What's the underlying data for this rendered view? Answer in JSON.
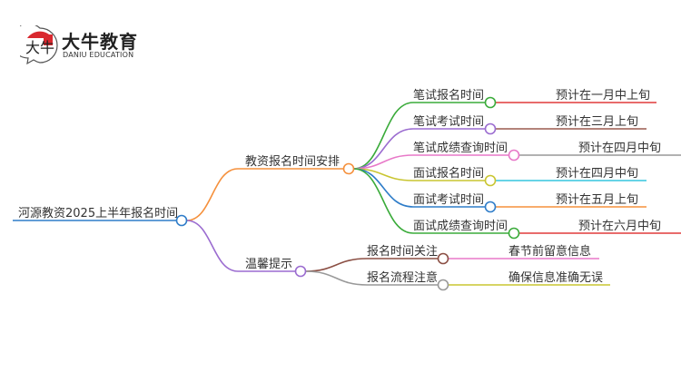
{
  "logo": {
    "brand_cn": "大牛教育",
    "brand_en": "DANIU EDUCATION",
    "mark_text": "大牛",
    "accent_color": "#d9282f"
  },
  "mindmap": {
    "root": {
      "label": "河源教资2025上半年报名时间",
      "color": "#2f7dc9"
    },
    "branches": [
      {
        "label": "教资报名时间安排",
        "color": "#f5903c",
        "children": [
          {
            "label": "笔试报名时间",
            "color": "#3aab3a",
            "value": "预计在一月中上旬",
            "value_color": "#e03a3a"
          },
          {
            "label": "笔试考试时间",
            "color": "#9b6cd0",
            "value": "预计在三月上旬",
            "value_color": "#9a5a4f"
          },
          {
            "label": "笔试成绩查询时间",
            "color": "#e879c8",
            "value": "预计在四月中旬",
            "value_color": "#999999"
          },
          {
            "label": "面试报名时间",
            "color": "#c9c531",
            "value": "预计在四月中旬",
            "value_color": "#35c6dd"
          },
          {
            "label": "面试考试时间",
            "color": "#2f7dc9",
            "value": "预计在五月上旬",
            "value_color": "#f5903c"
          },
          {
            "label": "面试成绩查询时间",
            "color": "#3aab3a",
            "value": "预计在六月中旬",
            "value_color": "#e03a3a"
          }
        ]
      },
      {
        "label": "温馨提示",
        "color": "#9b6cd0",
        "children": [
          {
            "label": "报名时间关注",
            "color": "#8b4f44",
            "value": "春节前留意信息",
            "value_color": "#e879c8"
          },
          {
            "label": "报名流程注意",
            "color": "#999999",
            "value": "确保信息准确无误",
            "value_color": "#c9c531"
          }
        ]
      }
    ]
  }
}
